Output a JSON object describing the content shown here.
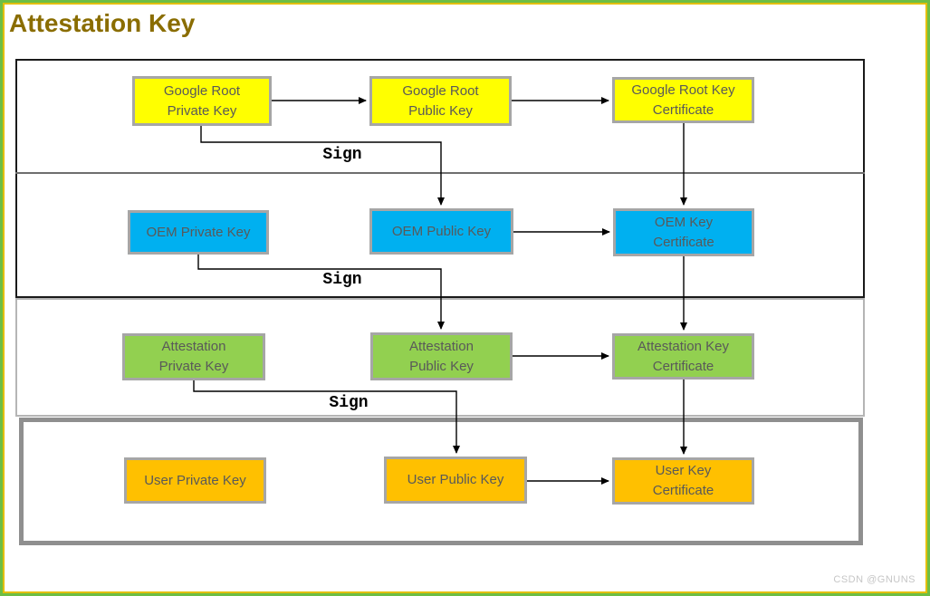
{
  "title": "Attestation Key",
  "watermark": "CSDN @GNUNS",
  "signs": [
    "Sign",
    "Sign",
    "Sign"
  ],
  "colors": {
    "title_text": "#8A6D00",
    "frame_outer_green": "#6CBE45",
    "frame_inner_yellow": "#E2BE00",
    "google_root_fill": "#FFFF00",
    "oem_fill": "#00B0F0",
    "attestation_fill": "#92D050",
    "user_fill": "#FFC000",
    "box_border": "#A6A6A6",
    "box_text": "#595959",
    "arrow": "#000000"
  },
  "boxes": [
    {
      "id": "google-root-private-key",
      "lines": [
        "Google Root",
        "Private Key"
      ]
    },
    {
      "id": "google-root-public-key",
      "lines": [
        "Google Root",
        "Public Key"
      ]
    },
    {
      "id": "google-root-key-certificate",
      "lines": [
        "Google Root Key",
        "Certificate"
      ]
    },
    {
      "id": "oem-private-key",
      "lines": [
        "OEM Private Key"
      ]
    },
    {
      "id": "oem-public-key",
      "lines": [
        "OEM Public Key"
      ]
    },
    {
      "id": "oem-key-certificate",
      "lines": [
        "OEM Key",
        "Certificate"
      ]
    },
    {
      "id": "attestation-private-key",
      "lines": [
        "Attestation",
        "Private Key"
      ]
    },
    {
      "id": "attestation-public-key",
      "lines": [
        "Attestation",
        "Public Key"
      ]
    },
    {
      "id": "attestation-key-certificate",
      "lines": [
        "Attestation Key",
        "Certificate"
      ]
    },
    {
      "id": "user-private-key",
      "lines": [
        "User Private Key"
      ]
    },
    {
      "id": "user-public-key",
      "lines": [
        "User Public Key"
      ]
    },
    {
      "id": "user-key-certificate",
      "lines": [
        "User Key",
        "Certificate"
      ]
    }
  ]
}
